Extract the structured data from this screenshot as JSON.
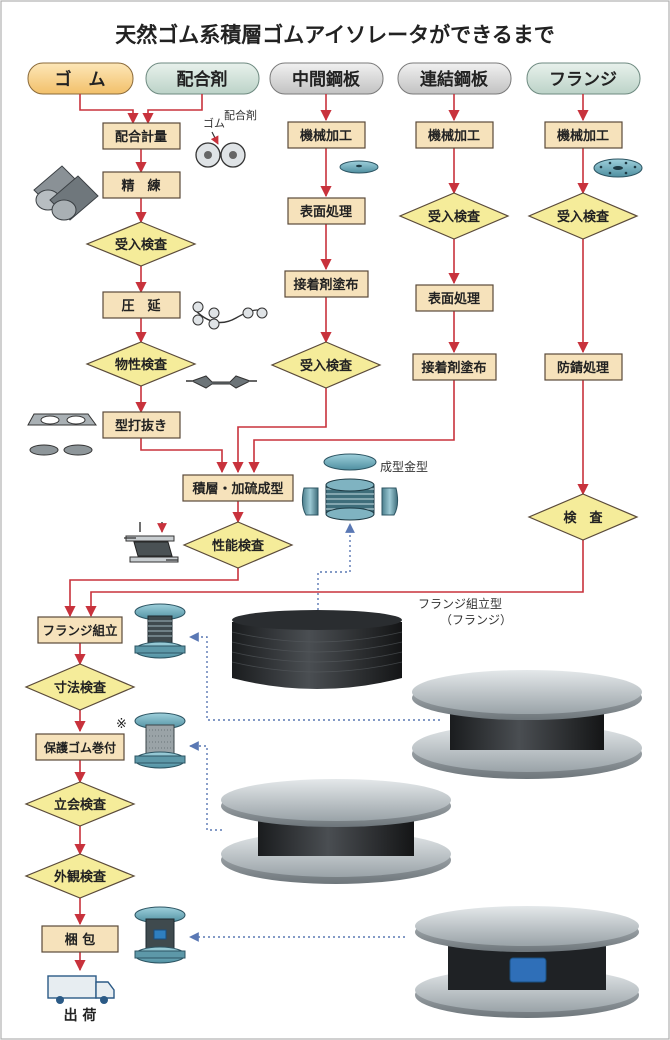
{
  "title": "天然ゴム系積層ゴムアイソレータができるまで",
  "headers": {
    "rubber": "ゴ　ム",
    "compound": "配合剤",
    "inner_plate": "中間鋼板",
    "connect_plate": "連結鋼板",
    "flange": "フランジ"
  },
  "col_rubber": {
    "blend": "配合計量",
    "refine": "精　練",
    "inspect_in": "受入検査",
    "roll": "圧　延",
    "phys_test": "物性検査",
    "punch": "型打抜き"
  },
  "col_inner": {
    "machining": "機械加工",
    "surface": "表面処理",
    "adhesive": "接着剤塗布",
    "inspect_in": "受入検査"
  },
  "col_connect": {
    "machining": "機械加工",
    "inspect_in": "受入検査",
    "surface": "表面処理",
    "adhesive": "接着剤塗布"
  },
  "col_flange": {
    "machining": "機械加工",
    "inspect_in": "受入検査",
    "rustproof": "防錆処理",
    "inspect": "検　査"
  },
  "assembly": {
    "laminate": "積層・加硫成型",
    "perf_test": "性能検査",
    "flange_assy": "フランジ組立",
    "dim_check": "寸法検査",
    "cover": "保護ゴム巻付",
    "witness": "立会検査",
    "visual": "外観検査",
    "pack": "梱 包",
    "ship": "出 荷"
  },
  "labels": {
    "rubber_small": "ゴム",
    "compound_small": "配合剤",
    "mold": "成型金型",
    "flange_type_1": "フランジ組立型",
    "flange_type_2": "（フランジ）",
    "note_mark": "※"
  },
  "colors": {
    "arrow": "#c8323c",
    "dotted": "#5a78b4",
    "process_fill": "#f6e2bb",
    "diamond_fill": "#f5ec9a",
    "rubber_header": "#f7d08a",
    "compound_header": "#cfe0d8",
    "steel_header": "#d6d6d6",
    "flange_header": "#d4e3de"
  }
}
